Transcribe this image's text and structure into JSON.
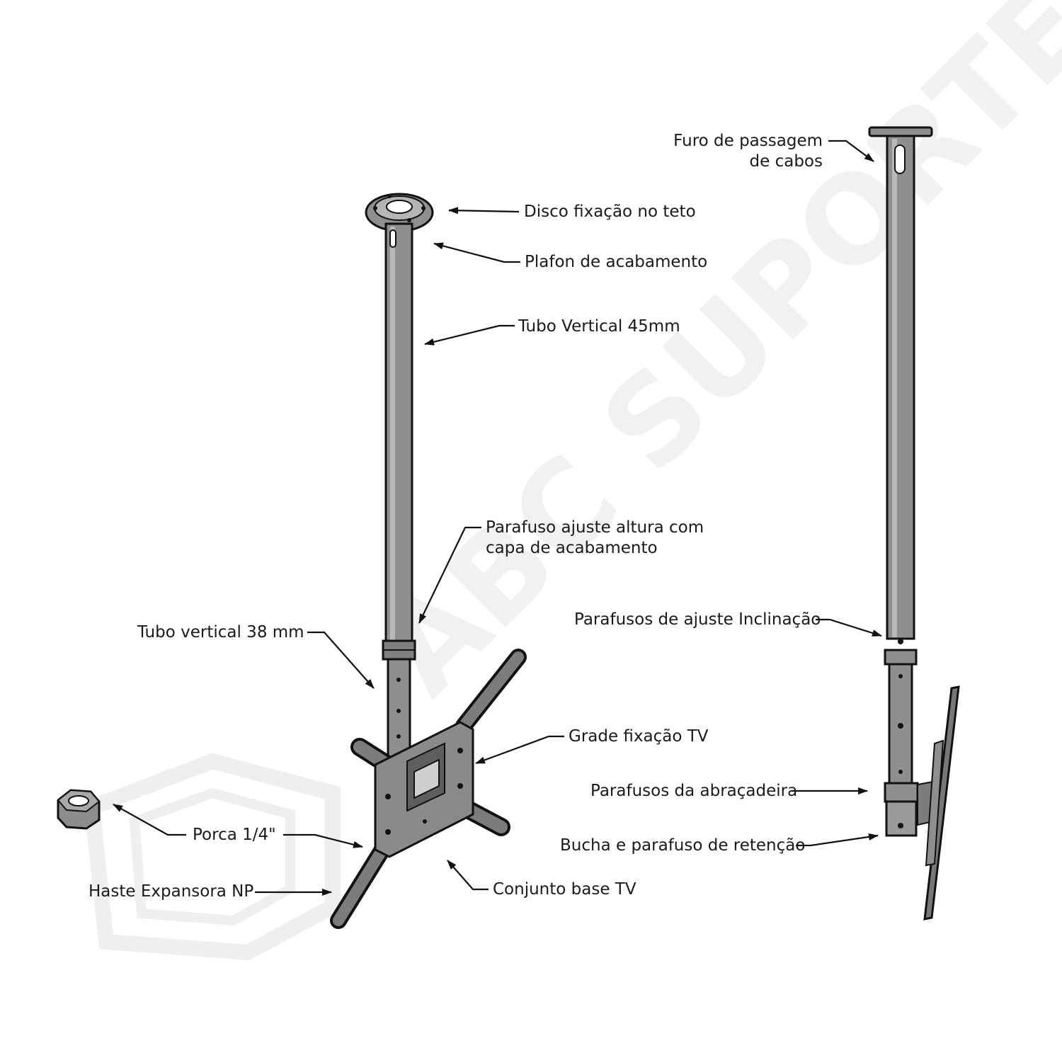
{
  "watermark": {
    "text": "ABC SUPORTES"
  },
  "labels": {
    "furo_passagem_line1": "Furo de passagem",
    "furo_passagem_line2": "de cabos",
    "disco_fixacao": "Disco fixação no teto",
    "plafon": "Plafon de acabamento",
    "tubo_45": "Tubo Vertical 45mm",
    "parafuso_altura_line1": "Parafuso ajuste altura com",
    "parafuso_altura_line2": "capa de acabamento",
    "tubo_38": "Tubo vertical 38 mm",
    "parafusos_inclinacao": "Parafusos de ajuste Inclinação",
    "grade_fixacao": "Grade fixação TV",
    "parafusos_abracadeira": "Parafusos da abraçadeira",
    "porca": "Porca 1/4\"",
    "bucha_parafuso": "Bucha e parafuso de retenção",
    "conjunto_base": "Conjunto base TV",
    "haste_expansora": "Haste Expansora NP"
  },
  "colors": {
    "metal": "#8a8a8a",
    "metal_dark": "#5c5c5c",
    "outline": "#111111",
    "watermark": "#f1f1f1"
  }
}
